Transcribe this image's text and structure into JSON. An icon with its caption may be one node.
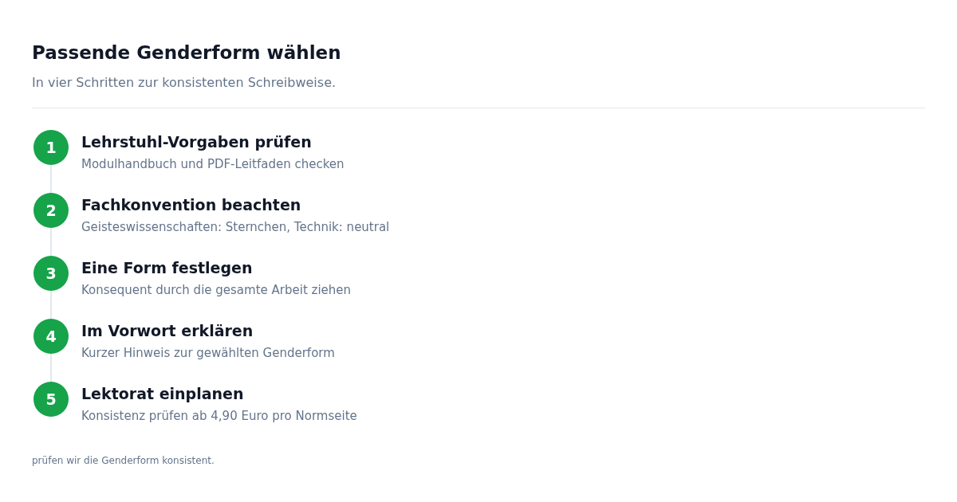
{
  "diagram": {
    "title": "Passende Genderform wählen",
    "nodes": [
      {
        "text": [
          "1"
        ],
        "beside": [
          "Lehrstuhl-Vorgaben prüfen",
          "Modulhandbuch und PDF-Leitfaden checken"
        ]
      },
      {
        "text": [
          "2"
        ],
        "beside": [
          "Fachkonvention beachten",
          "Geisteswissenschaften: Sternchen, Technik: neutral"
        ]
      },
      {
        "text": [
          "3"
        ],
        "beside": [
          "Eine Form festlegen",
          "Konsequent durch die gesamte Arbeit ziehen"
        ]
      },
      {
        "text": [
          "4"
        ],
        "beside": [
          "Im Vorwort erklären",
          "Kurzer Hinweis zur gewählten Genderform"
        ]
      },
      {
        "text": [
          "5"
        ],
        "beside": [
          "Lektorat einplanen",
          "Konsistenz prüfen ab 4,90 Euro pro Normseite"
        ]
      }
    ],
    "edges": [
      {
        "from": 0,
        "to": 1,
        "arrow": "none"
      },
      {
        "from": 1,
        "to": 2,
        "arrow": "none"
      },
      {
        "from": 2,
        "to": 3,
        "arrow": "none"
      },
      {
        "from": 3,
        "to": 4,
        "arrow": "none"
      }
    ],
    "labels": [
      "In vier Schritten zur konsistenten Schreibweise.",
      "prüfen wir die Genderform konsistent."
    ]
  }
}
